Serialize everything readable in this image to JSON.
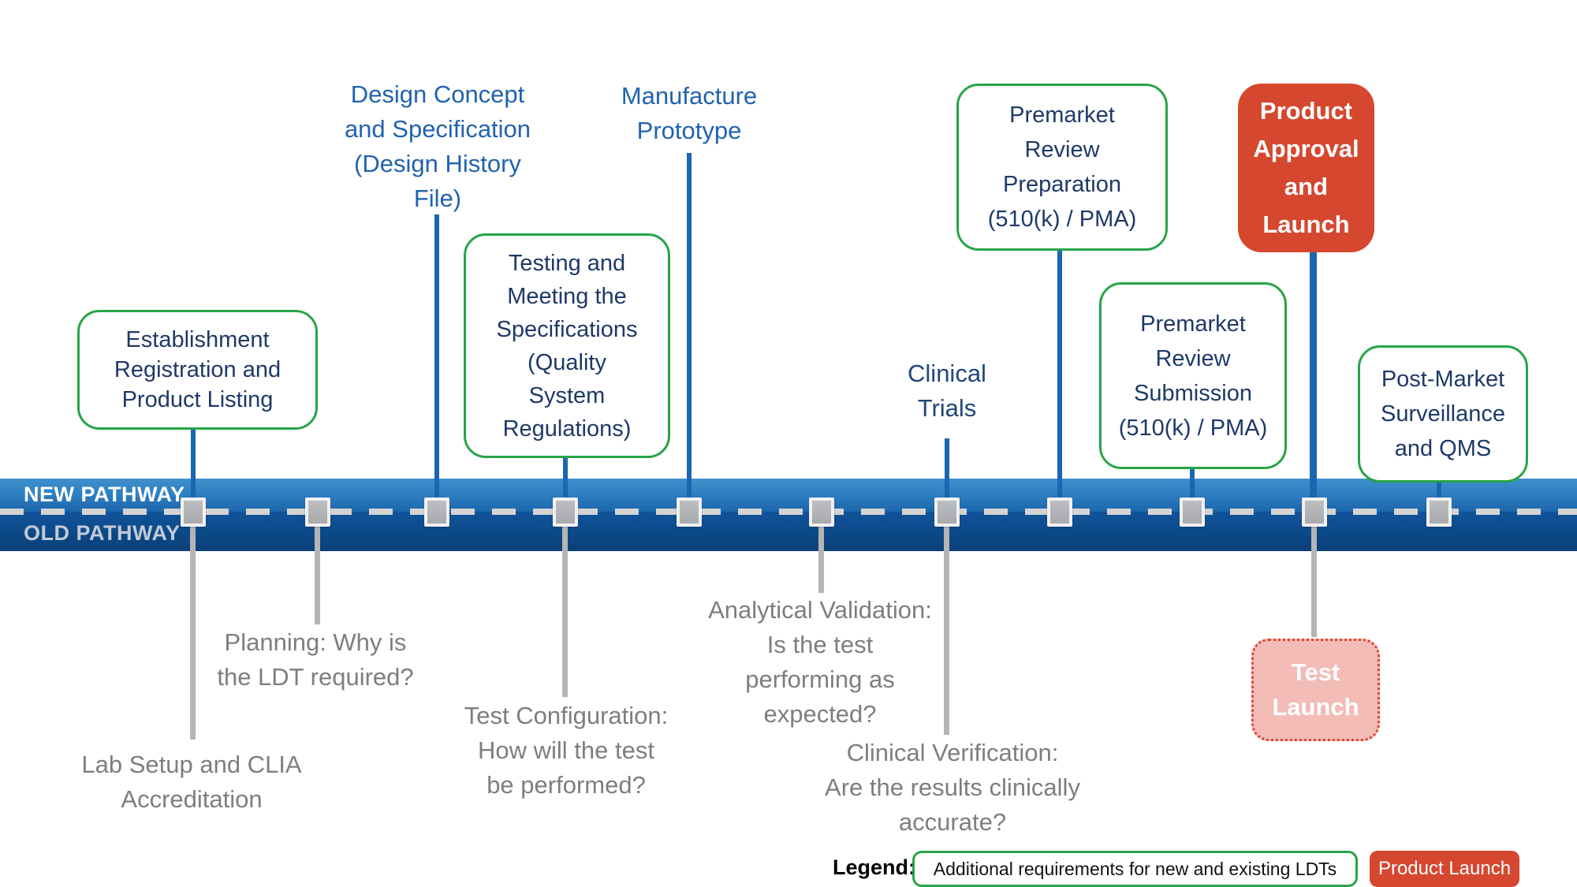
{
  "pathways": {
    "new_label": "NEW PATHWAY",
    "old_label": "OLD PATHWAY"
  },
  "milestones_above": {
    "establishment": "Establishment\nRegistration and\nProduct Listing",
    "design_concept": "Design Concept\nand Specification\n(Design History\nFile)",
    "testing_specs": "Testing and\nMeeting the\nSpecifications\n(Quality\nSystem\nRegulations)",
    "manufacture_prototype": "Manufacture\nPrototype",
    "clinical_trials": "Clinical\nTrials",
    "premarket_prep": "Premarket\nReview\nPreparation\n(510(k) / PMA)",
    "product_approval": "Product\nApproval\nand\nLaunch",
    "premarket_submission": "Premarket\nReview\nSubmission\n(510(k) / PMA)",
    "post_market": "Post-Market\nSurveillance\nand QMS"
  },
  "milestones_below": {
    "lab_setup": "Lab Setup and CLIA\nAccreditation",
    "planning": "Planning: Why is\nthe LDT required?",
    "test_configuration": "Test Configuration:\nHow will the test\nbe performed?",
    "analytical_validation": "Analytical Validation:\nIs the test\nperforming as\nexpected?",
    "clinical_verification": "Clinical Verification:\nAre the results clinically\naccurate?",
    "test_launch": "Test\nLaunch"
  },
  "legend": {
    "title": "Legend:",
    "additional_requirements_label": "Additional requirements for new and existing LDTs",
    "product_launch_label": "Product Launch"
  },
  "colors": {
    "green_accent": "#27a447",
    "red_accent": "#d5472f",
    "navy_text": "#1e3968",
    "blue_label_text": "#2163ae",
    "gray_text": "#7e7e7e",
    "new_pathway_blue": "#2f80c3",
    "old_pathway_blue": "#0d4c8d",
    "connector_blue": "#1a67b1",
    "connector_gray": "#b5b5b5",
    "test_launch_pink": "#f3bcb6"
  }
}
